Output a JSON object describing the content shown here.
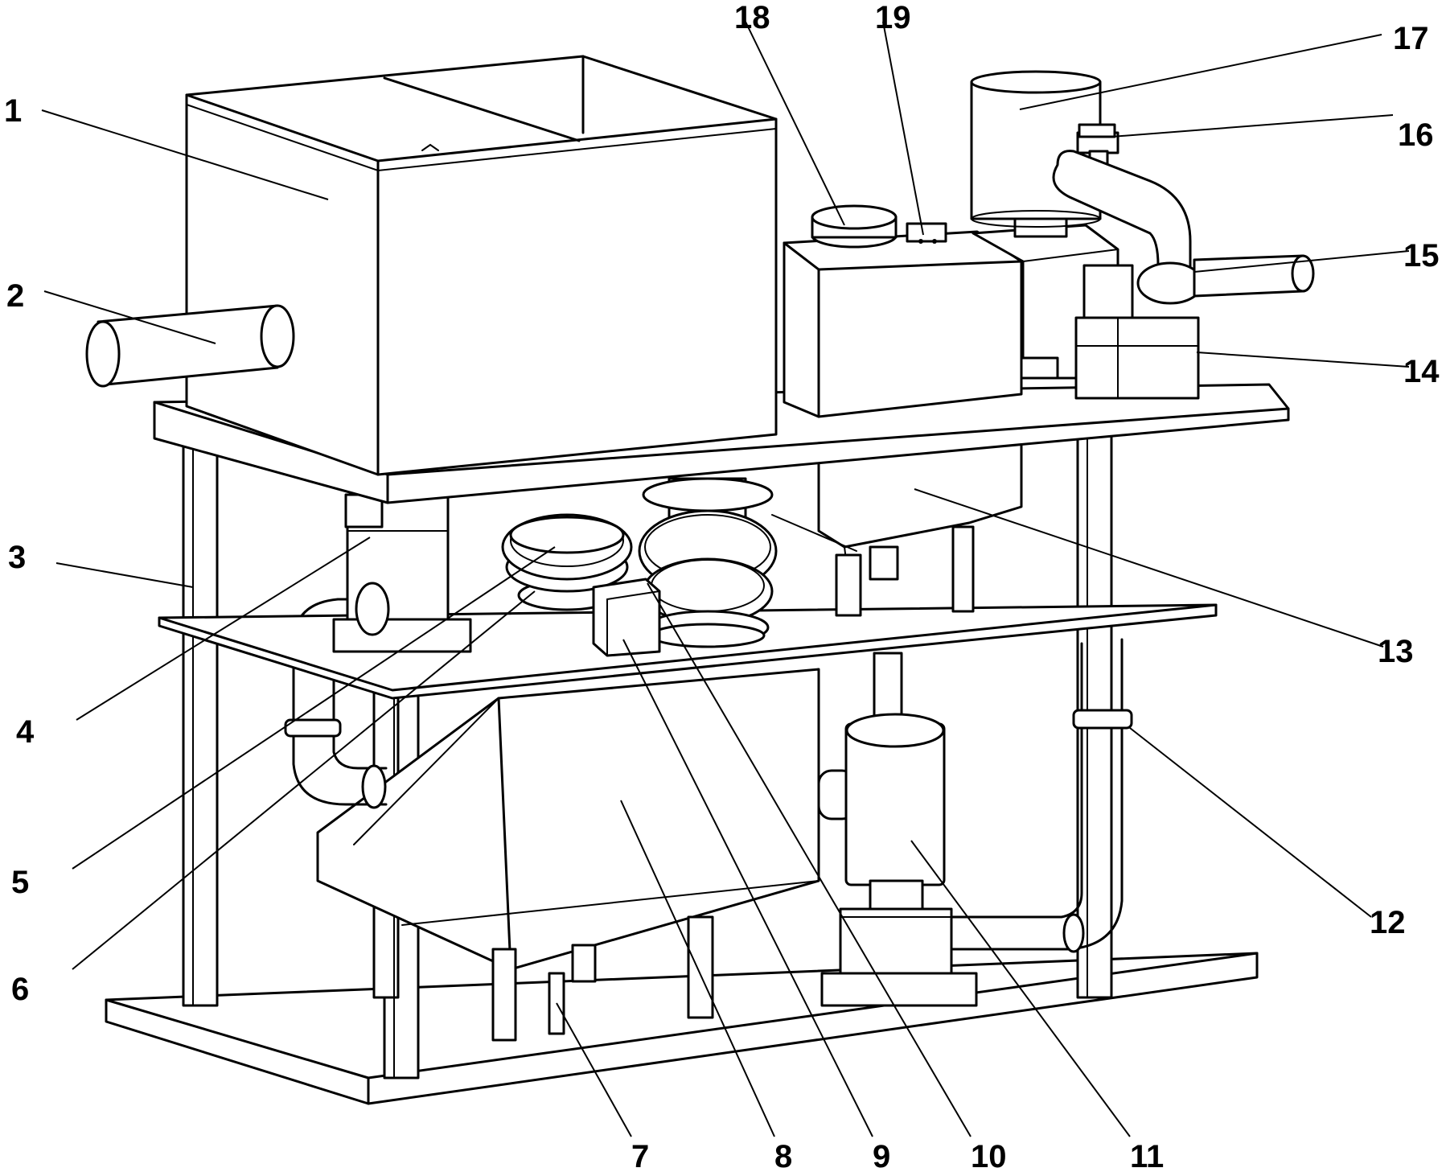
{
  "labels": [
    {
      "id": "1",
      "text": "1"
    },
    {
      "id": "2",
      "text": "2"
    },
    {
      "id": "3",
      "text": "3"
    },
    {
      "id": "4",
      "text": "4"
    },
    {
      "id": "5",
      "text": "5"
    },
    {
      "id": "6",
      "text": "6"
    },
    {
      "id": "7",
      "text": "7"
    },
    {
      "id": "8",
      "text": "8"
    },
    {
      "id": "9",
      "text": "9"
    },
    {
      "id": "10",
      "text": "10"
    },
    {
      "id": "11",
      "text": "11"
    },
    {
      "id": "12",
      "text": "12"
    },
    {
      "id": "13",
      "text": "13"
    },
    {
      "id": "14",
      "text": "14"
    },
    {
      "id": "15",
      "text": "15"
    },
    {
      "id": "16",
      "text": "16"
    },
    {
      "id": "17",
      "text": "17"
    },
    {
      "id": "18",
      "text": "18"
    },
    {
      "id": "19",
      "text": "19"
    }
  ],
  "colors": {
    "line": "#000000",
    "background": "#ffffff"
  }
}
